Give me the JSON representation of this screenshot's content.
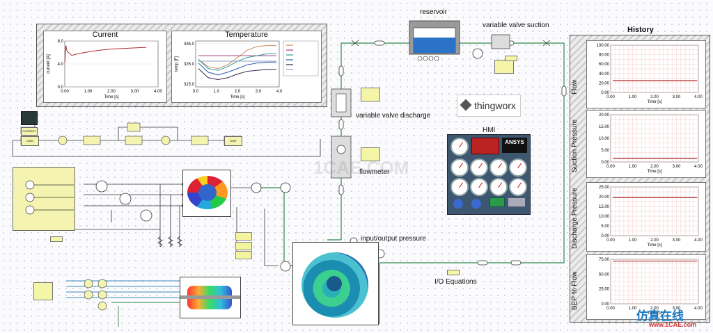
{
  "panels": {
    "current": {
      "title": "Current",
      "ylabel": "current [A]",
      "xlabel": "Time [s]",
      "yticks": [
        "8.0",
        "4.0",
        "0.0"
      ],
      "xticks": [
        "0.00",
        "1.00",
        "2.00",
        "3.00",
        "4.00"
      ]
    },
    "temperature": {
      "title": "Temperature",
      "ylabel": "temp [F]",
      "xlabel": "Time [s]",
      "yticks": [
        "335.0",
        "325.0",
        "315.0"
      ],
      "xticks": [
        "0.0",
        "1.0",
        "2.0",
        "3.0",
        "4.0"
      ]
    }
  },
  "labels": {
    "reservoir": "reservoir",
    "valve_suction": "variable valve suction",
    "valve_discharge": "variable valve discharge",
    "flowmeter": "flowmeter",
    "io_pressure": "input/output pressure",
    "io_equations": "I/O Equations",
    "hmi": "HMI",
    "ansys": "ANSYS",
    "thingworx": "thingworx",
    "watermark": "1CAE.COM",
    "site_cn": "仿真在线",
    "site": "www.1CAE.com"
  },
  "history": {
    "title": "History",
    "xlabel": "Time [s]",
    "xticks": [
      "0.00",
      "1.00",
      "2.00",
      "3.00",
      "4.00"
    ],
    "charts": [
      {
        "side_label": "Flow",
        "yticks": [
          "100.00",
          "80.00",
          "60.00",
          "40.00",
          "20.00",
          "0.00"
        ],
        "ylim": [
          0,
          100
        ],
        "value": 25,
        "color": "#b02a2a"
      },
      {
        "side_label": "Suction Pressure",
        "yticks": [
          "20.00",
          "15.00",
          "10.00",
          "5.00",
          "0.00"
        ],
        "ylim": [
          0,
          20
        ],
        "value": 1.5,
        "color": "#b02a2a"
      },
      {
        "side_label": "Discharge Pressure",
        "yticks": [
          "25.00",
          "20.00",
          "15.00",
          "10.00",
          "5.00",
          "0.00"
        ],
        "ylim": [
          0,
          25
        ],
        "value": 19.5,
        "color": "#b02a2a"
      },
      {
        "side_label": "BEP % Flow",
        "yticks": [
          "75.00",
          "50.00",
          "25.00",
          "0.00"
        ],
        "ylim": [
          0,
          75
        ],
        "value": 72,
        "color": "#b02a2a"
      }
    ]
  },
  "chart_data": [
    {
      "type": "line",
      "title": "Current",
      "xlabel": "Time [s]",
      "ylabel": "current [A]",
      "xlim": [
        0,
        4
      ],
      "ylim": [
        0,
        8
      ],
      "series": [
        {
          "x": [
            0,
            0.05,
            0.1,
            0.3,
            0.6,
            1.0,
            1.5,
            2.0,
            2.5,
            3.0,
            3.5
          ],
          "y": [
            4.2,
            7.2,
            6.2,
            5.5,
            5.8,
            6.1,
            6.4,
            6.6,
            6.7,
            6.8,
            6.9
          ]
        }
      ]
    },
    {
      "type": "line",
      "title": "Temperature",
      "xlabel": "Time [s]",
      "ylabel": "temp [F]",
      "xlim": [
        0,
        4
      ],
      "ylim": [
        312,
        337
      ],
      "series": [
        {
          "y": [
            327,
            323,
            322,
            324,
            328,
            332,
            334,
            334.5,
            334.5
          ],
          "color": "#c8895a"
        },
        {
          "y": [
            329,
            329,
            329,
            329,
            329,
            329,
            329,
            329,
            329
          ],
          "color": "#a23a7a"
        },
        {
          "y": [
            327,
            322,
            321,
            323,
            326,
            328,
            329,
            330,
            330
          ],
          "color": "#2a9a9a"
        },
        {
          "y": [
            325,
            320,
            318.5,
            320,
            322,
            324,
            325,
            325.5,
            325.5
          ],
          "color": "#2a55b0"
        },
        {
          "y": [
            322,
            317,
            316,
            317,
            319,
            320.5,
            321,
            321.5,
            321.5
          ],
          "color": "#332244"
        },
        {
          "y": [
            326,
            326,
            326,
            326,
            326,
            326,
            326,
            326,
            326
          ],
          "color": "#88a0c0"
        }
      ]
    },
    {
      "type": "line",
      "title": "Flow",
      "xlim": [
        0,
        4
      ],
      "ylim": [
        0,
        100
      ],
      "series": [
        {
          "x": [
            0.1,
            3.95
          ],
          "y": [
            25,
            25
          ]
        }
      ]
    },
    {
      "type": "line",
      "title": "Suction Pressure",
      "xlim": [
        0,
        4
      ],
      "ylim": [
        0,
        20
      ],
      "series": [
        {
          "x": [
            0.1,
            3.95
          ],
          "y": [
            1.5,
            1.5
          ]
        }
      ]
    },
    {
      "type": "line",
      "title": "Discharge Pressure",
      "xlim": [
        0,
        4
      ],
      "ylim": [
        0,
        25
      ],
      "series": [
        {
          "x": [
            0.1,
            3.95
          ],
          "y": [
            19.5,
            19.5
          ]
        }
      ]
    },
    {
      "type": "line",
      "title": "BEP % Flow",
      "xlim": [
        0,
        4
      ],
      "ylim": [
        0,
        75
      ],
      "series": [
        {
          "x": [
            0.1,
            3.95
          ],
          "y": [
            72,
            72
          ]
        }
      ]
    }
  ],
  "colors": {
    "pipe": "#2d8a4a",
    "wire": "#333333",
    "signal": "#3a8ac0",
    "accent_red": "#b02a2a"
  }
}
